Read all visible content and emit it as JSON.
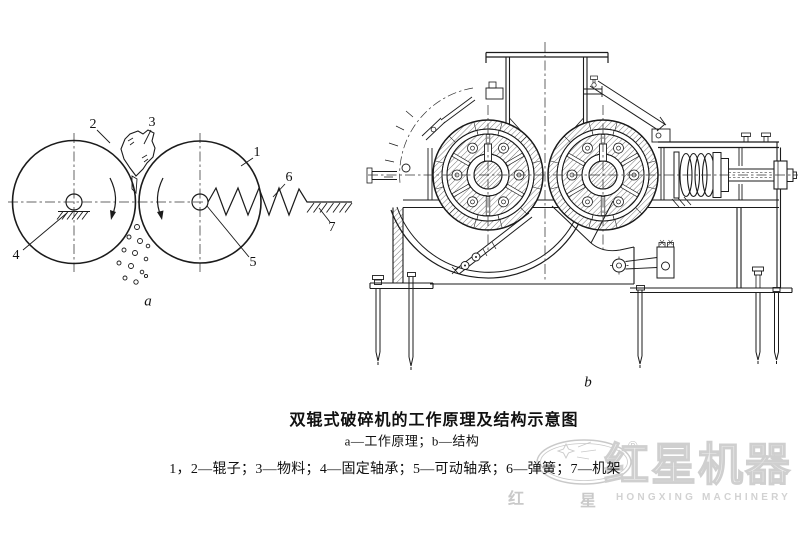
{
  "figure": {
    "title": "双辊式破碎机的工作原理及结构示意图",
    "subtitle": "a—工作原理；b—结构",
    "legend": "1，2—辊子；3—物料；4—固定轴承；5—可动轴承；6—弹簧；7—机架"
  },
  "diagram_a": {
    "label": "a",
    "parts": {
      "p1": "1",
      "p2": "2",
      "p3": "3",
      "p4": "4",
      "p5": "5",
      "p6": "6",
      "p7": "7"
    }
  },
  "diagram_b": {
    "label": "b"
  },
  "watermark": {
    "brand_cn": "红星机器",
    "brand_en": "HONGXING MACHINERY",
    "seal_left": "红",
    "seal_right": "星",
    "registered": "®"
  },
  "colors": {
    "line": "#1b1b1b",
    "watermark": "#cfcfcf"
  }
}
